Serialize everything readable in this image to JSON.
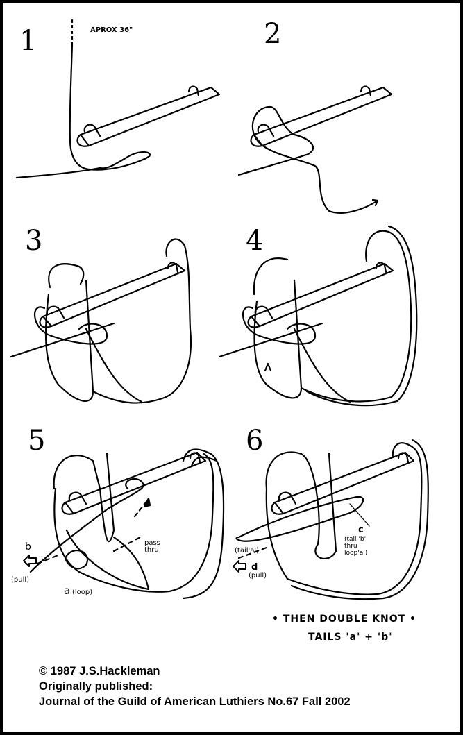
{
  "title": "Tuning peg / bar knot tying instructions",
  "steps": [
    {
      "number": "1",
      "note": "APROX 36\""
    },
    {
      "number": "2"
    },
    {
      "number": "3"
    },
    {
      "number": "4"
    },
    {
      "number": "5",
      "labels": {
        "b": "b",
        "pull": "(pull)",
        "a": "a",
        "loop": "(loop)",
        "pass": "pass",
        "thru": "thru"
      }
    },
    {
      "number": "6",
      "labels": {
        "tail_a": "(tail'a')",
        "d": "d",
        "pull": "(pull)",
        "c": "c",
        "tail_b": "(tail 'b'",
        "thru": "thru",
        "loop_a": "loop'a')"
      }
    }
  ],
  "final_note": {
    "line1": "• THEN DOUBLE KNOT •",
    "line2": "TAILS 'a' + 'b'"
  },
  "credits": {
    "copyright": "© 1987 J.S.Hackleman",
    "published": "Originally published:",
    "journal": "Journal of the Guild of American Luthiers  No.67  Fall 2002"
  },
  "colors": {
    "ink": "#000000",
    "paper": "#ffffff",
    "border": "#000000"
  }
}
